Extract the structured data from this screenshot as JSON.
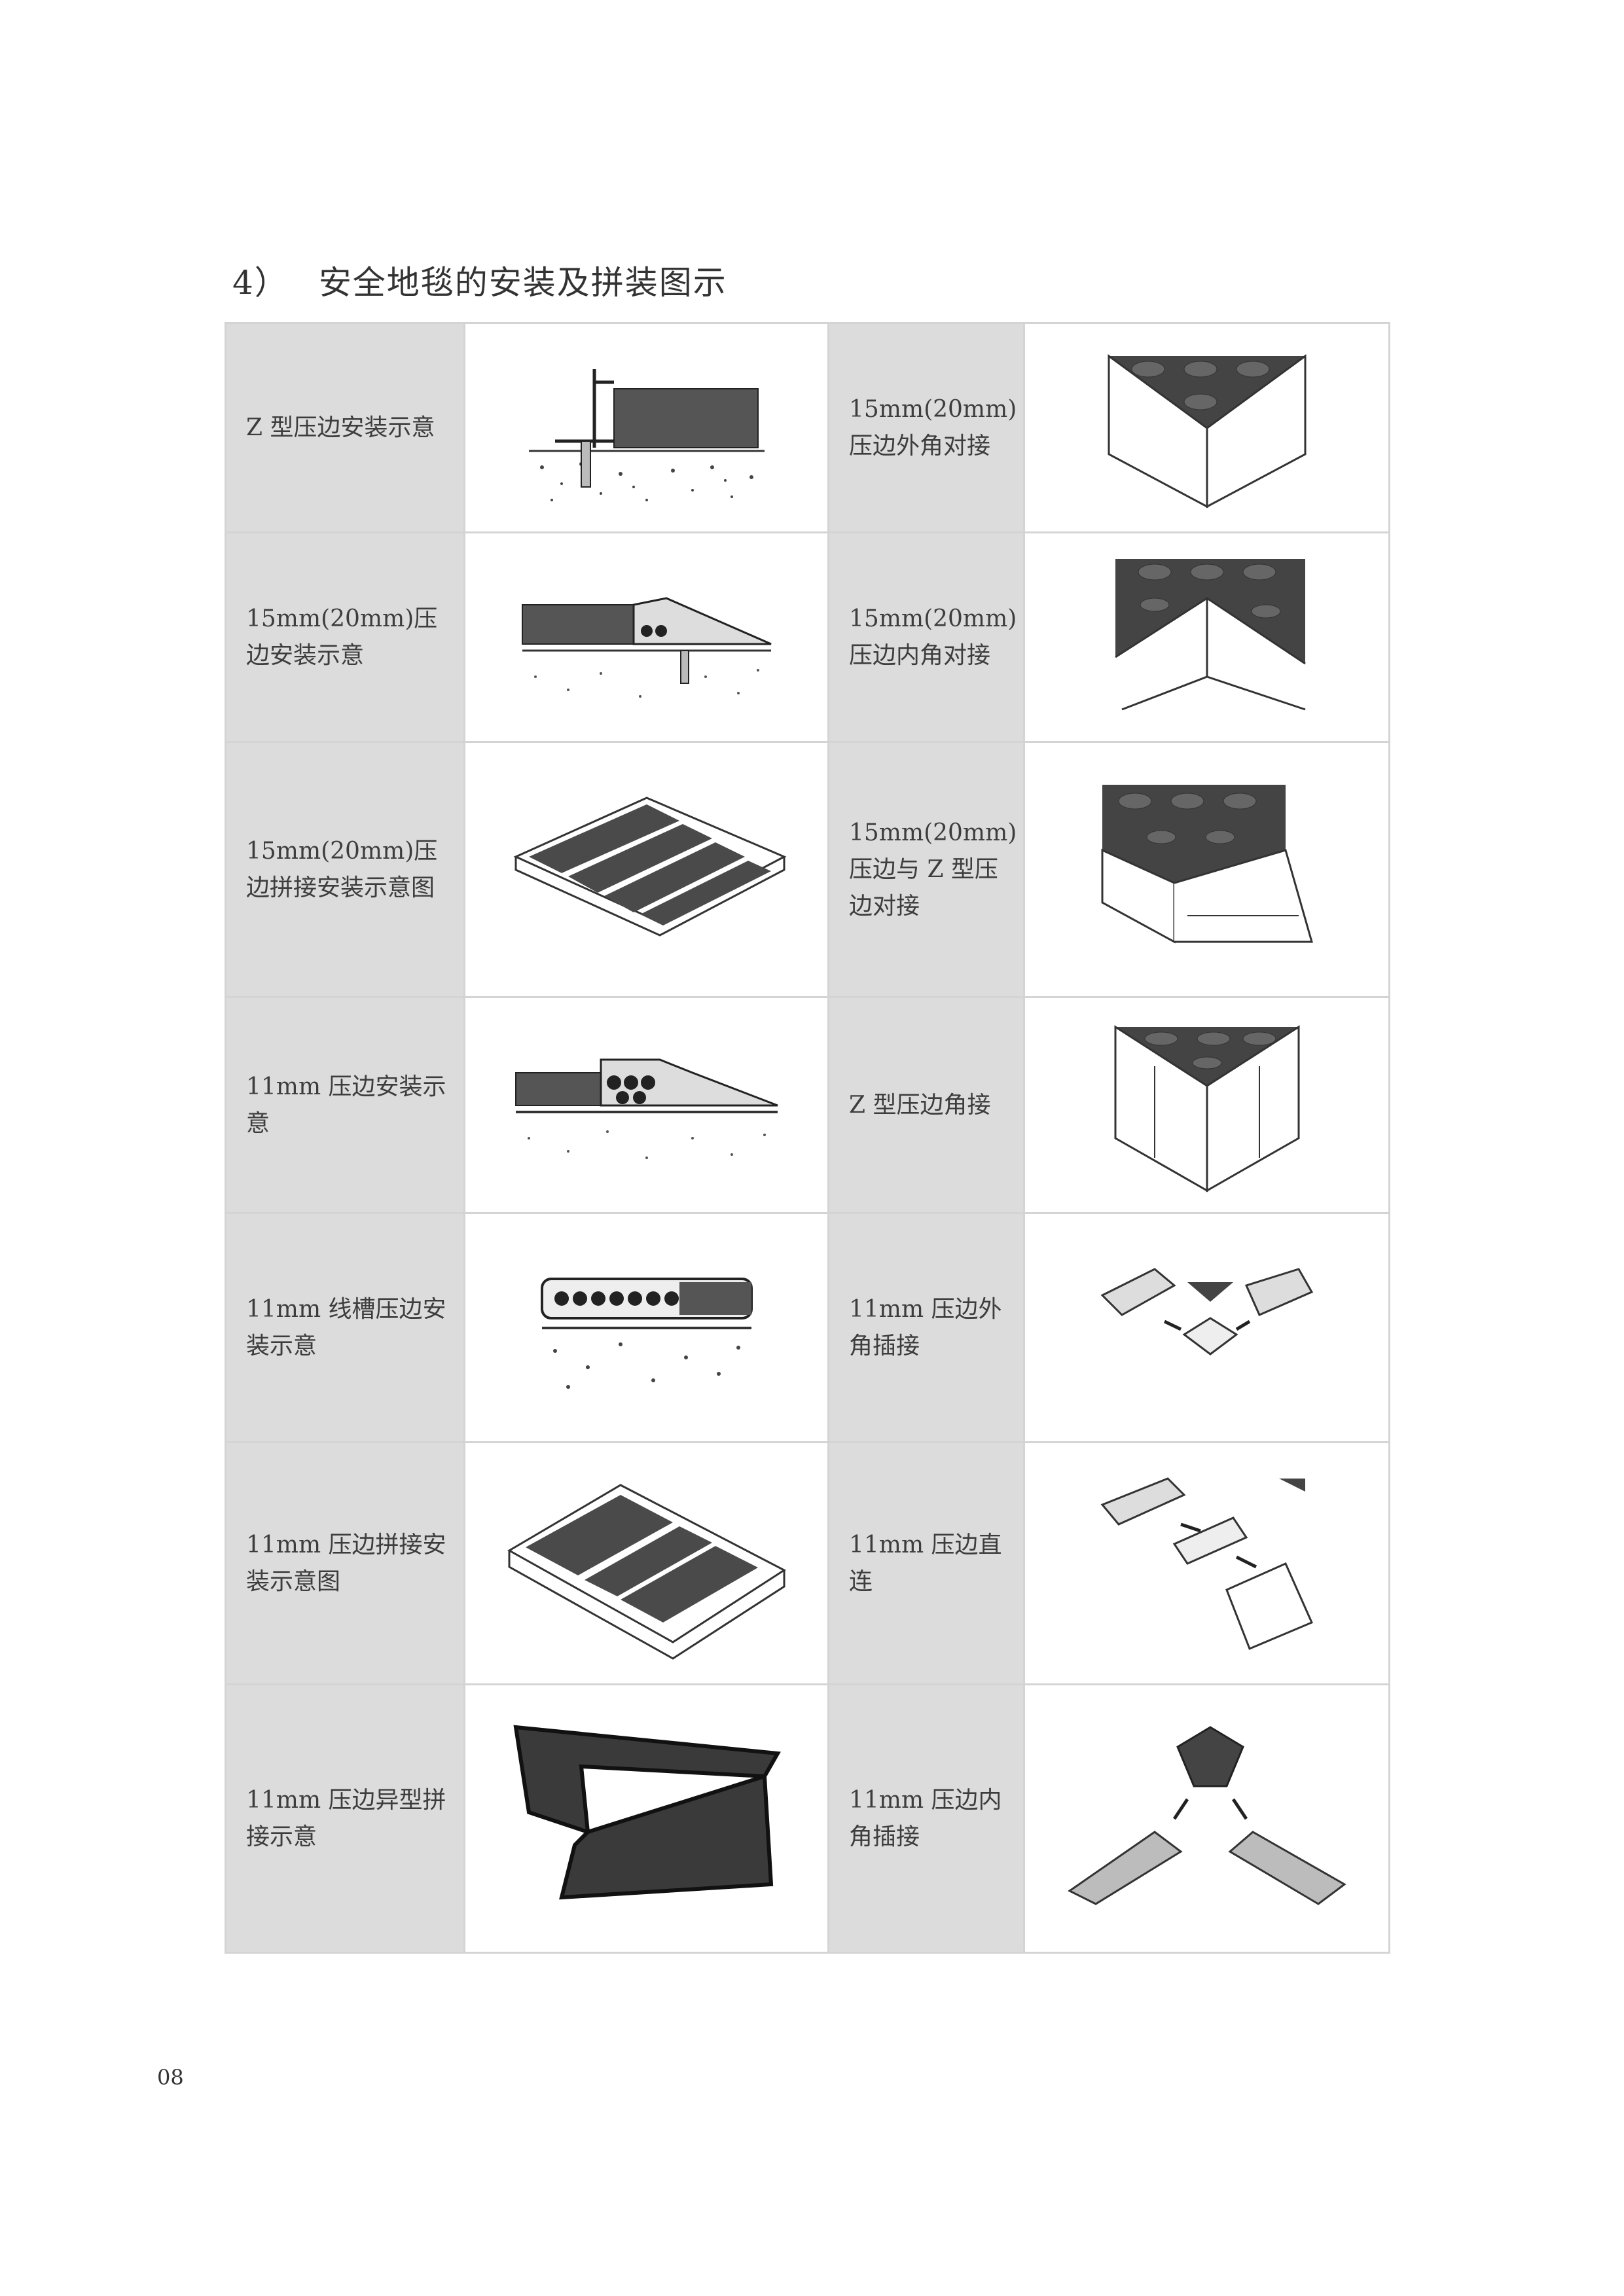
{
  "heading": {
    "number": "4）",
    "title": "安全地毯的安装及拼装图示"
  },
  "rows": [
    {
      "left": "Z 型压边安装示意",
      "right": "15mm(20mm)压边外角对接"
    },
    {
      "left": "15mm(20mm)压边安装示意",
      "right": "15mm(20mm)压边内角对接"
    },
    {
      "left": "15mm(20mm)压边拼接安装示意图",
      "right": "15mm(20mm)压边与 Z 型压边对接"
    },
    {
      "left": "11mm 压边安装示意",
      "right": "Z 型压边角接"
    },
    {
      "left": "11mm 线槽压边安装示意",
      "right": "11mm 压边外角插接"
    },
    {
      "left": "11mm 压边拼接安装示意图",
      "right": "11mm 压边直连"
    },
    {
      "left": "11mm 压边异型拼接示意",
      "right": "11mm 压边内角插接"
    }
  ],
  "page_number": "08"
}
